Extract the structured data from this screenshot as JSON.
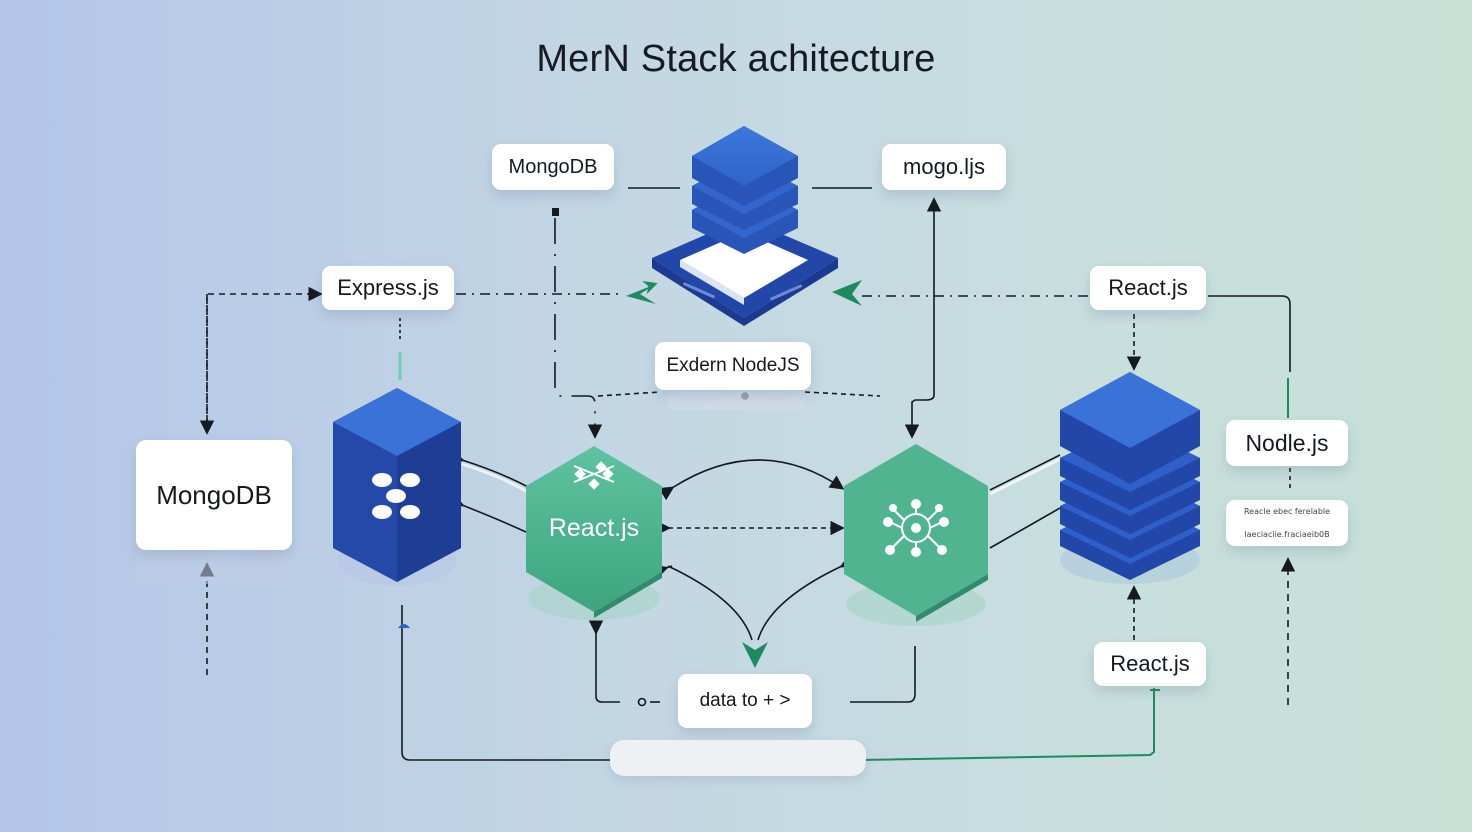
{
  "title": "MerN Stack achitecture",
  "labels": {
    "mongodb_top": "MongoDB",
    "mogo_js": "mogo.ljs",
    "express_js": "Express.js",
    "react_js_top": "React.js",
    "exdern_nodejs": "Exdern NodeJS",
    "mongodb_left": "MongoDB",
    "nodle_js": "Nodle.js",
    "react_js_bottom": "React.js",
    "data_to": "data to + >",
    "hex_left": "React.js"
  },
  "small_card": {
    "line1": "Reacle ebec ferelable",
    "line2": "laeciaciie.fraciaeib0B"
  },
  "colors": {
    "blue": "#2f5fc8",
    "blue_dark": "#2347a8",
    "green": "#4fb593",
    "green_dark": "#2f8a6e",
    "arrow_green": "#1f8a5e"
  }
}
